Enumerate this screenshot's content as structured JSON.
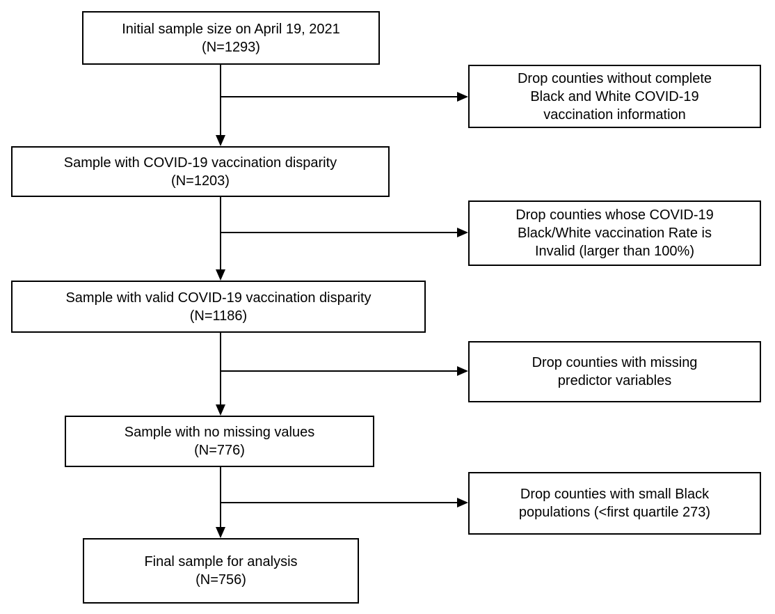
{
  "diagram": {
    "type": "flowchart",
    "description": "Sample selection flow diagram",
    "colors": {
      "line": "#000000",
      "text": "#000000",
      "box_fill": "#ffffff",
      "background": "#ffffff"
    },
    "main_boxes": [
      {
        "label": "Initial sample size on April 19, 2021",
        "n": "(N=1293)"
      },
      {
        "label": "Sample with COVID-19 vaccination disparity",
        "n": "(N=1203)"
      },
      {
        "label": "Sample with valid COVID-19 vaccination disparity",
        "n": "(N=1186)"
      },
      {
        "label": "Sample with no missing values",
        "n": "(N=776)"
      },
      {
        "label": "Final sample for analysis",
        "n": "(N=756)"
      }
    ],
    "exclusion_boxes": [
      {
        "lines": [
          "Drop counties without complete",
          "Black and White COVID-19",
          "vaccination information"
        ]
      },
      {
        "lines": [
          "Drop counties whose COVID-19",
          "Black/White vaccination Rate is",
          "Invalid (larger than 100%)"
        ]
      },
      {
        "lines": [
          "Drop counties with missing",
          "predictor variables"
        ]
      },
      {
        "lines": [
          "Drop counties with small Black",
          "populations (<first quartile 273)"
        ]
      }
    ]
  }
}
